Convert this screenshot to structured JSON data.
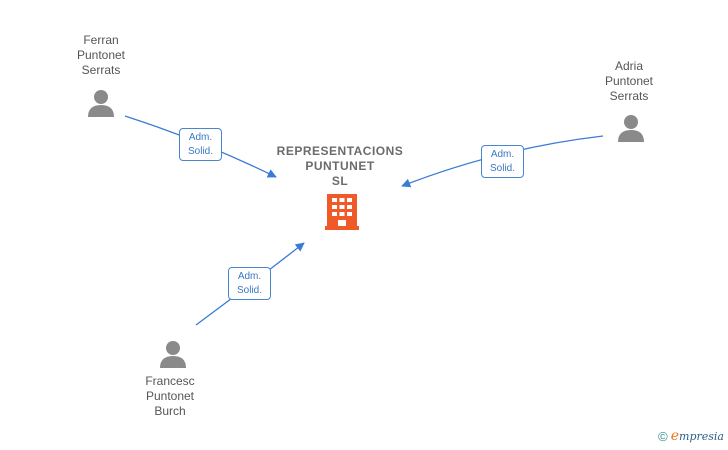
{
  "company": {
    "name": "REPRESENTACIONS\nPUNTUNET\nSL",
    "color": "#f05a28",
    "icon": "building-icon"
  },
  "people": [
    {
      "id": "ferran",
      "name": "Ferran\nPuntonet\nSerrats",
      "icon": "person-icon"
    },
    {
      "id": "adria",
      "name": "Adria\nPuntonet\nSerrats",
      "icon": "person-icon"
    },
    {
      "id": "francesc",
      "name": "Francesc\nPuntonet\nBurch",
      "icon": "person-icon"
    }
  ],
  "relations": [
    {
      "from": "ferran",
      "line1": "Adm.",
      "line2": "Solid."
    },
    {
      "from": "adria",
      "line1": "Adm.",
      "line2": "Solid."
    },
    {
      "from": "francesc",
      "line1": "Adm.",
      "line2": "Solid."
    }
  ],
  "colors": {
    "edge": "#3a7bd5",
    "person": "#8a8a8a"
  },
  "footer": {
    "copyright_symbol": "©",
    "brand_first": "e",
    "brand_rest": "mpresia"
  }
}
